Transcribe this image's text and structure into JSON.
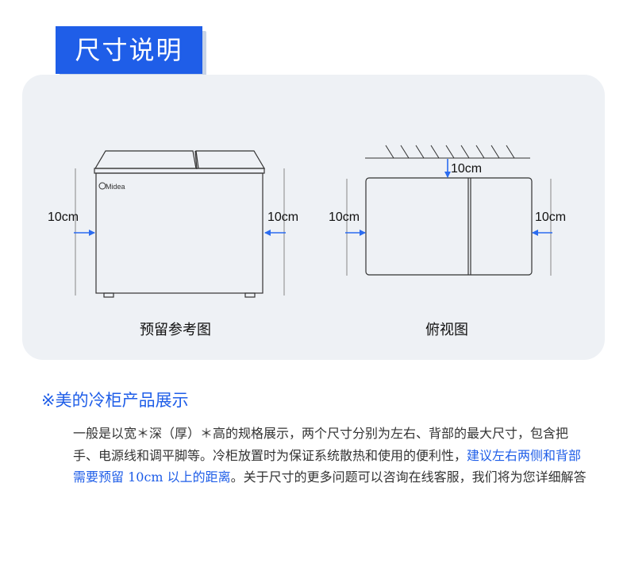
{
  "header": {
    "title": "尺寸说明"
  },
  "diagram": {
    "front": {
      "brand": "Midea",
      "left_gap": "10cm",
      "right_gap": "10cm",
      "caption": "预留参考图"
    },
    "top": {
      "back_gap": "10cm",
      "left_gap": "10cm",
      "right_gap": "10cm",
      "caption": "俯视图"
    }
  },
  "section": {
    "title": "※美的冷柜产品展示",
    "text_before": "一般是以宽＊深（厚）＊高的规格展示，两个尺寸分别为左右、背部的最大尺寸，包含把手、电源线和调平脚等。冷柜放置时为保证系统散热和使用的便利性，",
    "highlight": "建议左右两侧和背部需要预留 10cm 以上的距离",
    "text_after": "。关于尺寸的更多问题可以咨询在线客服，我们将为您详细解答"
  },
  "colors": {
    "accent": "#1f5ee8",
    "panel": "#eef1f5",
    "arrow": "#2b6cf0"
  }
}
